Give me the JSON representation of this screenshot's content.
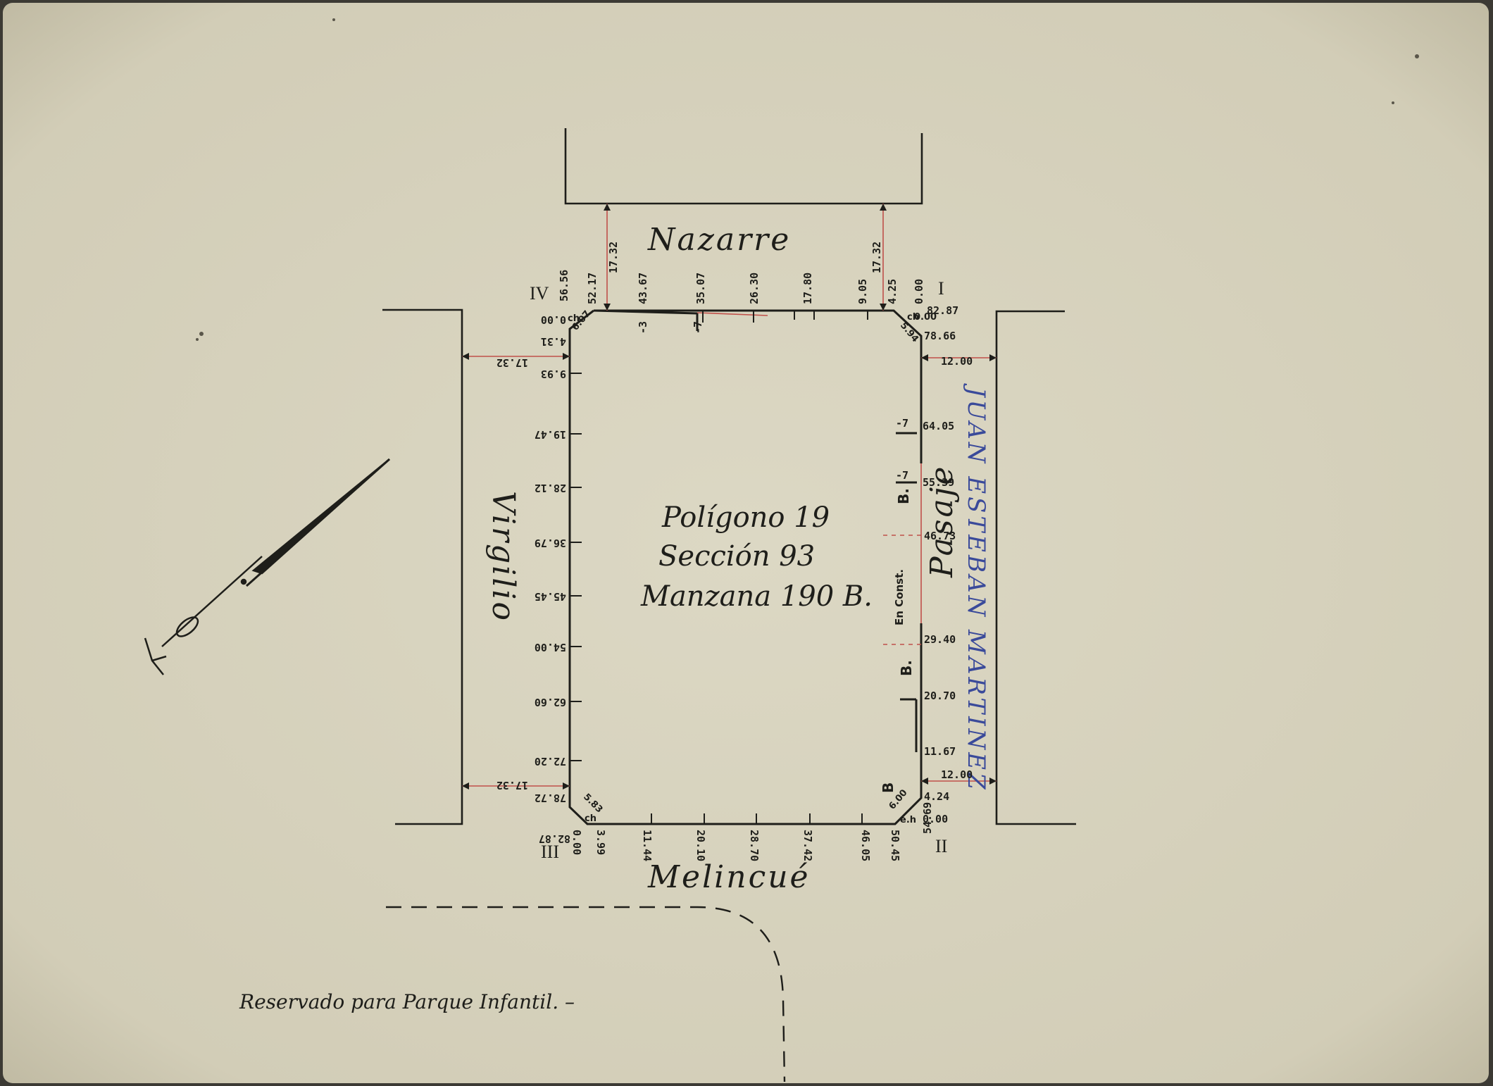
{
  "plan": {
    "title_lines": [
      "Polígono 19",
      "Sección 93",
      "Manzana 190 B."
    ],
    "streets": {
      "north": "Nazarre",
      "west": "Virgilio",
      "south": "Melincué",
      "east_blue": "JUAN ESTEBAN MARTINEZ"
    },
    "corners": {
      "c1": "I",
      "c2": "II",
      "c3": "III",
      "c4": "IV"
    },
    "corner_totals": {
      "c1": "82.87",
      "c2": "54.69",
      "c3": "82.87",
      "c4": "56.56"
    },
    "street_widths": {
      "north_left": "17.32",
      "north_right": "17.32",
      "west_top": "17.32",
      "west_bottom": "17.32",
      "east_top": "12.00",
      "east_bottom": "12.00"
    },
    "north_side": [
      "52.17",
      "43.67",
      "35.07",
      "26.30",
      "17.80",
      "9.05",
      "4.25",
      "0.00"
    ],
    "north_marks": [
      "-3",
      "-7"
    ],
    "east_side": [
      "78.66",
      "64.05",
      "55.39",
      "46.73",
      "29.40",
      "20.70",
      "11.67",
      "4.24",
      "0.00"
    ],
    "east_marks": [
      "-7",
      "-7"
    ],
    "east_labels": {
      "b1": "B.",
      "b2": "B.",
      "b3": "B",
      "constr": "En Const.",
      "pasaje": "Pasaje"
    },
    "south_side": [
      "0.00",
      "3.99",
      "11.44",
      "20.10",
      "28.70",
      "37.42",
      "46.05",
      "50.45"
    ],
    "west_side": [
      "4.31",
      "9.93",
      "19.47",
      "28.12",
      "36.79",
      "45.45",
      "54.00",
      "62.60",
      "72.20",
      "78.72"
    ],
    "west_zero": "0.00",
    "chamfers": {
      "c1_len": "5.94",
      "c1_ch": "ch",
      "c1_zero": "0.00",
      "c2_len": "6.00",
      "c2_ch": "e.h",
      "c3_len": "5.83",
      "c3_ch": "ch",
      "c4_len": "6.07",
      "c4_ch": "ch"
    },
    "note": "Reservado para Parque Infantil. –"
  },
  "colors": {
    "paper": "#d8d4c0",
    "ink": "#1e1e1a",
    "red_line": "#c0504a",
    "blue_ink": "#3a4a9a"
  },
  "icons": {
    "north_arrow": "north-arrow-icon"
  }
}
